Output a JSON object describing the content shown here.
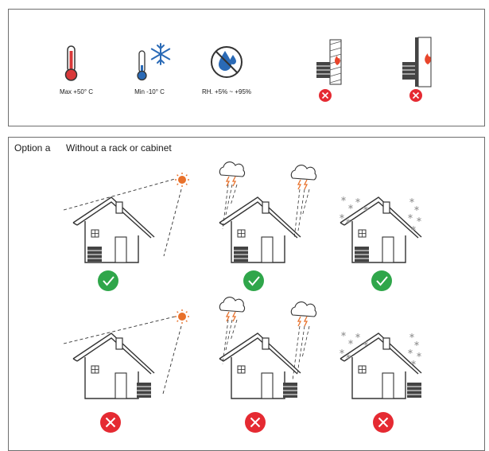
{
  "conditions": {
    "max_temp": "Max +50° C",
    "min_temp": "Min -10° C",
    "humidity": "RH. +5% ~ +95%"
  },
  "installation": {
    "option_label": "Option a",
    "option_desc": "Without a rack or cabinet"
  },
  "colors": {
    "ok": "#2fa64a",
    "bad": "#e52a32",
    "sun": "#e8712b",
    "fire": "#e8452b",
    "thermo": "#d9393a",
    "cold": "#2a6ab6",
    "line": "#333333",
    "snow": "#9a9a9a"
  },
  "icons": {
    "top_row": [
      "thermometer-hot-icon",
      "thermometer-snowflake-icon",
      "no-water-icon",
      "wall-fire-icon",
      "wall-fire-icon"
    ],
    "scenarios": [
      "sun-icon",
      "lightning-rain-icon",
      "snow-icon"
    ],
    "status_row_1": [
      "check-icon",
      "check-icon",
      "check-icon"
    ],
    "status_row_2": [
      "cross-icon",
      "cross-icon",
      "cross-icon"
    ]
  }
}
